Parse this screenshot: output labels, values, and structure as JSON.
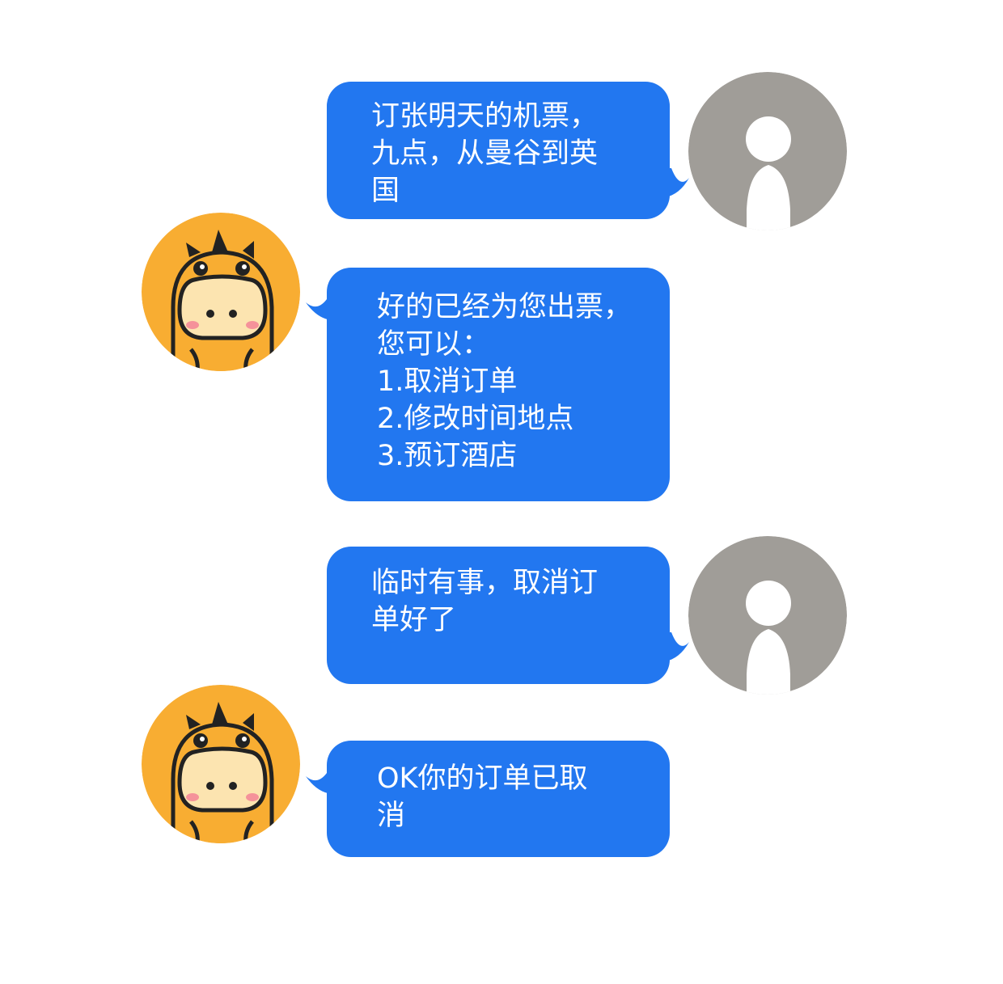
{
  "conversation": {
    "messages": [
      {
        "sender": "user",
        "avatar": "user-silhouette-icon",
        "text": "订张明天的机票，\n九点，从曼谷到英\n国"
      },
      {
        "sender": "bot",
        "avatar": "dinosaur-mascot-icon",
        "text": "好的已经为您出票，\n您可以：\n1.取消订单\n2.修改时间地点\n3.预订酒店"
      },
      {
        "sender": "user",
        "avatar": "user-silhouette-icon",
        "text": "临时有事，取消订\n单好了"
      },
      {
        "sender": "bot",
        "avatar": "dinosaur-mascot-icon",
        "text": "OK你的订单已取\n消"
      }
    ]
  },
  "colors": {
    "bubble": "#2277F0",
    "bubble_text": "#FFFFFF",
    "user_avatar": "#A09D98",
    "bot_avatar_bg": "#F8AD32",
    "bot_face": "#FCE4B0",
    "outline": "#222222",
    "cheek": "#F5929A"
  }
}
